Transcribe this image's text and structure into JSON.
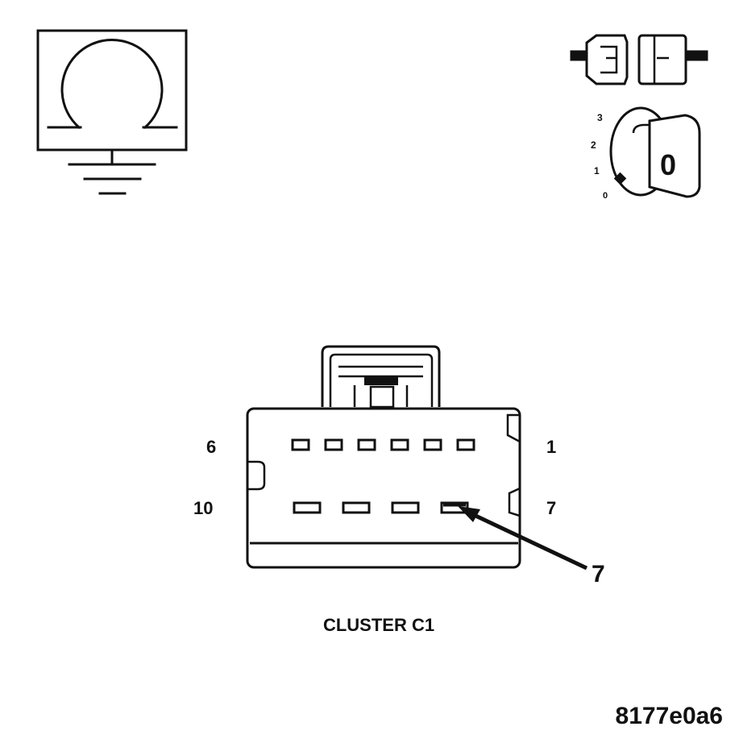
{
  "meter_icon": {
    "symbol": "Ω"
  },
  "ignition_icon": {
    "positions": [
      "3",
      "2",
      "1",
      "0"
    ],
    "selected_position": "0",
    "key_label": "0"
  },
  "connector": {
    "pin_labels": {
      "top_left": "6",
      "top_right": "1",
      "bottom_left": "10",
      "bottom_right": "7"
    },
    "top_row_pin_count": 6,
    "bottom_row_pin_count": 4,
    "highlighted_pin": "7",
    "callout_label": "7",
    "name": "CLUSTER C1"
  },
  "figure_id": "8177e0a6",
  "colors": {
    "ink": "#111111",
    "background": "#ffffff"
  }
}
